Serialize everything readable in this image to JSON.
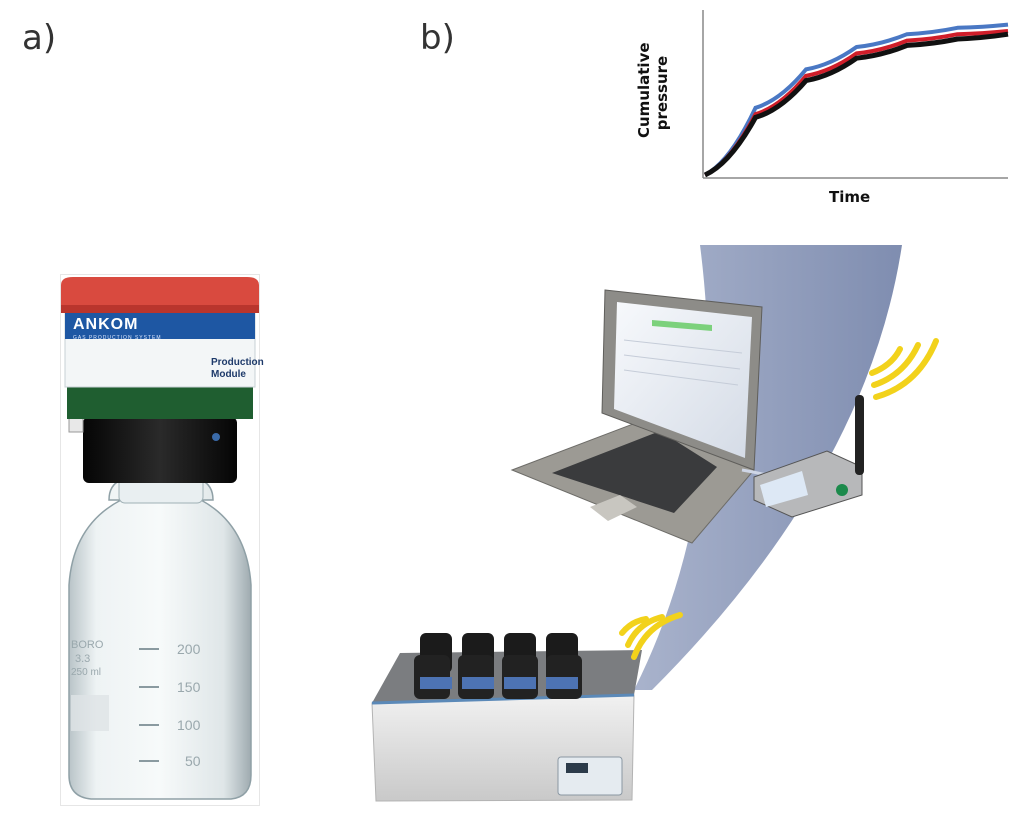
{
  "panels": {
    "a_label": "a)",
    "b_label": "b)"
  },
  "chart_data": {
    "type": "line",
    "title": "",
    "xlabel": "Time",
    "ylabel_line1": "Cumulative",
    "ylabel_line2": "pressure",
    "series": [
      {
        "color": "#4a78c4",
        "values": [
          0,
          0.42,
          0.66,
          0.8,
          0.88,
          0.92,
          0.94
        ]
      },
      {
        "color": "#d01e2a",
        "values": [
          0,
          0.38,
          0.62,
          0.76,
          0.84,
          0.88,
          0.9
        ]
      },
      {
        "color": "#111111",
        "values": [
          0,
          0.36,
          0.59,
          0.73,
          0.81,
          0.85,
          0.88
        ]
      }
    ],
    "x": [
      0,
      1,
      2,
      3,
      4,
      5,
      6
    ],
    "grid": false,
    "legend": "none"
  },
  "bottle": {
    "brand": "ANKOM",
    "subtitle": "GAS PRODUCTION SYSTEM",
    "module_line1": "Production",
    "module_line2": "Module",
    "glass_brand": "BORO",
    "glass_brand2": "3.3",
    "glass_volume": "250 ml",
    "grad_200": "200",
    "grad_150": "150",
    "grad_100": "100",
    "grad_50": "50"
  },
  "colors": {
    "lid": "#d94a3f",
    "wireless": "#f2d21b",
    "beam": "#8e9bbd",
    "bath": "#dcdcdc"
  },
  "icons": [
    "wireless-signal-icon"
  ]
}
